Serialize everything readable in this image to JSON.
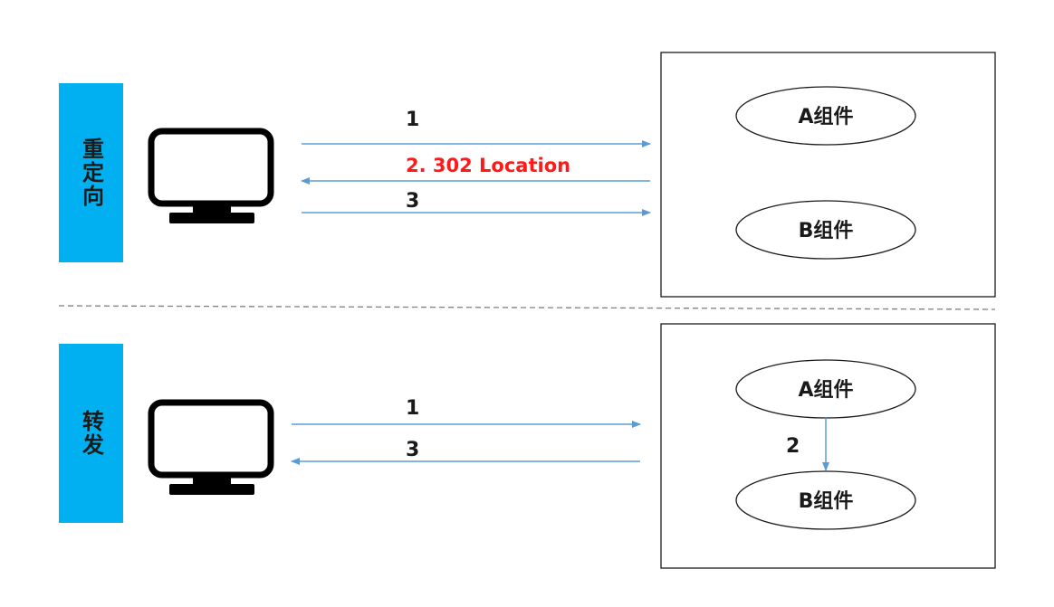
{
  "redirect": {
    "title": "重定向",
    "arrows": {
      "step1": "1",
      "step2": "2. 302 Location",
      "step3": "3"
    },
    "components": {
      "a": "A组件",
      "b": "B组件"
    }
  },
  "forward": {
    "title": "转发",
    "arrows": {
      "step1": "1",
      "step3": "3",
      "internal": "2"
    },
    "components": {
      "a": "A组件",
      "b": "B组件"
    }
  },
  "colors": {
    "accent_bar": "#00b0f0",
    "arrow": "#5b9bd5",
    "highlight_text": "#ff1a1a",
    "divider": "#7f7f7f"
  },
  "icons": {
    "client": "computer-monitor-icon"
  }
}
